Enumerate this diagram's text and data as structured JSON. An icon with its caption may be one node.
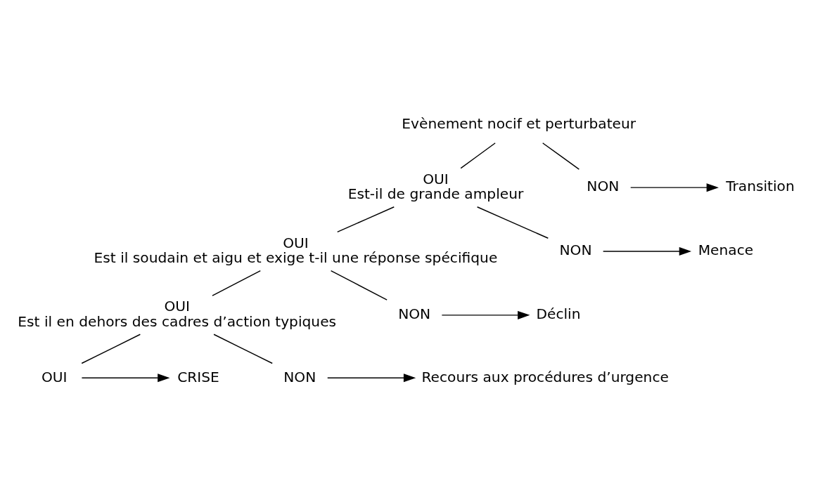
{
  "diagram": {
    "nodes": [
      {
        "text": [
          "Evènement nocif et perturbateur"
        ]
      },
      {
        "text": [
          "OUI",
          "Est-il de grande ampleur"
        ]
      },
      {
        "text": [
          "NON"
        ]
      },
      {
        "text": [
          "Transition"
        ]
      },
      {
        "text": [
          "OUI",
          "Est il soudain et aigu et exige t-il une réponse spécifique"
        ]
      },
      {
        "text": [
          "NON"
        ]
      },
      {
        "text": [
          "Menace"
        ]
      },
      {
        "text": [
          "OUI",
          "Est il en dehors des cadres d’action typiques"
        ]
      },
      {
        "text": [
          "NON"
        ]
      },
      {
        "text": [
          "Déclin"
        ]
      },
      {
        "text": [
          "OUI"
        ]
      },
      {
        "text": [
          "NON"
        ]
      },
      {
        "text": [
          "Recours aux procédures d’urgence"
        ]
      },
      {
        "text": [
          "CRISE"
        ]
      }
    ],
    "edges": [
      {
        "from": 0,
        "to": 1,
        "arrow": "none"
      },
      {
        "from": 0,
        "to": 2,
        "arrow": "none"
      },
      {
        "from": 2,
        "to": 3,
        "arrow": "to"
      },
      {
        "from": 1,
        "to": 4,
        "arrow": "none"
      },
      {
        "from": 1,
        "to": 5,
        "arrow": "none"
      },
      {
        "from": 5,
        "to": 6,
        "arrow": "to"
      },
      {
        "from": 4,
        "to": 7,
        "arrow": "none"
      },
      {
        "from": 4,
        "to": 8,
        "arrow": "none"
      },
      {
        "from": 8,
        "to": 9,
        "arrow": "to"
      },
      {
        "from": 7,
        "to": 10,
        "arrow": "none"
      },
      {
        "from": 7,
        "to": 11,
        "arrow": "none"
      },
      {
        "from": 11,
        "to": 12,
        "arrow": "to"
      },
      {
        "from": 10,
        "to": 13,
        "arrow": "to"
      }
    ]
  }
}
